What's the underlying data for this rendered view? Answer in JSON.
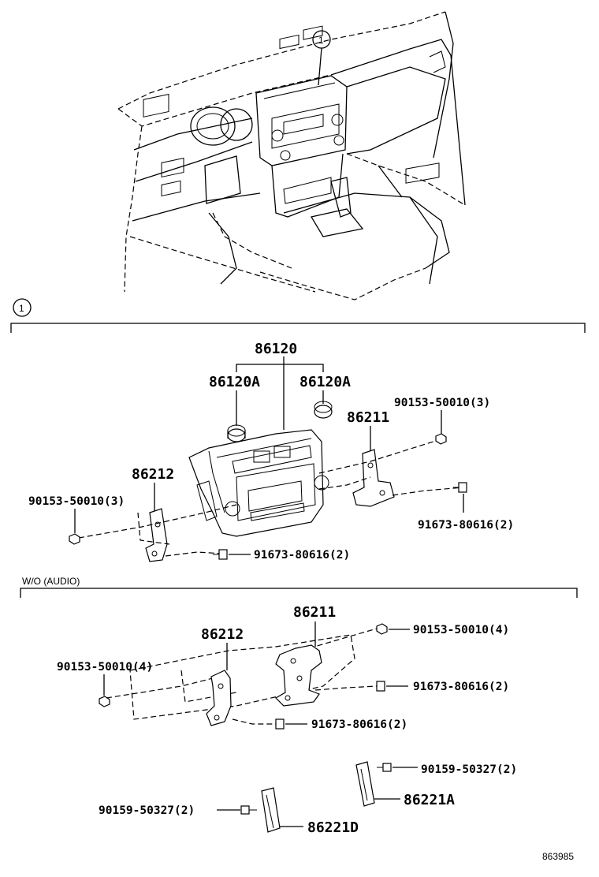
{
  "callout": {
    "number": "1"
  },
  "section1": {
    "callout": "1",
    "labels": {
      "panel": "86120",
      "knob_left": "86120A",
      "knob_right": "86120A",
      "screw_right": "90153-50010(3)",
      "bracket_right": "86211",
      "bracket_left": "86212",
      "screw_left": "90153-50010(3)",
      "bolt_right": "91673-80616(2)",
      "bolt_left": "91673-80616(2)"
    }
  },
  "section2": {
    "heading": "W/O (AUDIO)",
    "labels": {
      "bracket_right": "86211",
      "screw_right": "90153-50010(4)",
      "bracket_left": "86212",
      "screw_left": "90153-50010(4)",
      "bolt_right": "91673-80616(2)",
      "bolt_left": "91673-80616(2)",
      "clip_screw_right": "90159-50327(2)",
      "cover_right": "86221A",
      "clip_screw_left": "90159-50327(2)",
      "cover_left": "86221D"
    }
  },
  "figure_id": "863985"
}
